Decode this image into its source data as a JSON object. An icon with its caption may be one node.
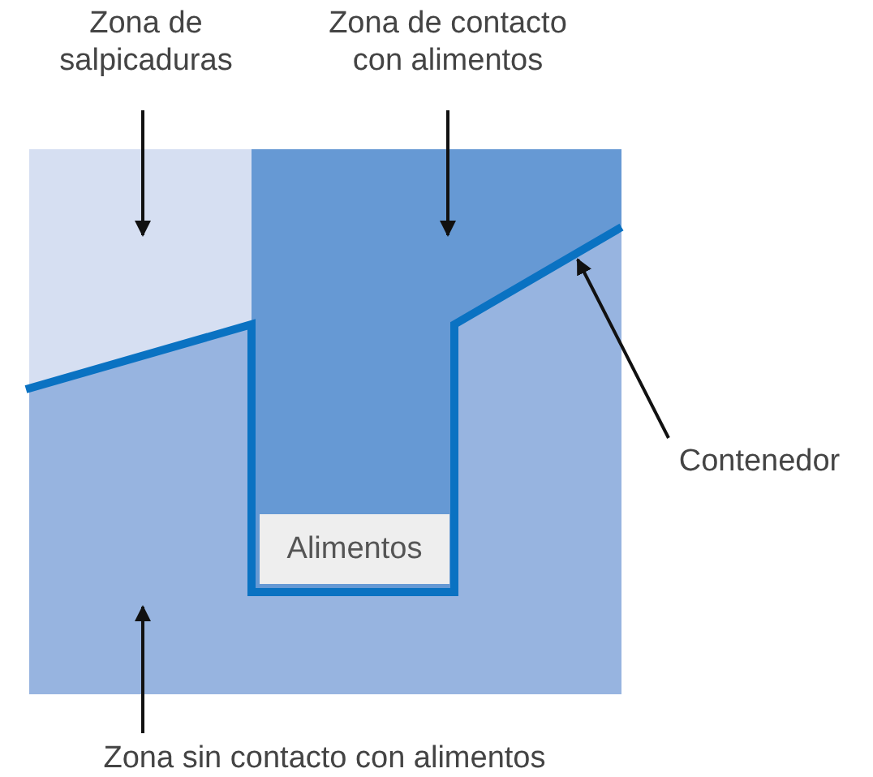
{
  "diagram": {
    "nodes": [
      {
        "text": [
          "Zona de salpicaduras"
        ]
      },
      {
        "text": [
          "Zona de contacto con alimentos"
        ]
      },
      {
        "text": [
          "Contenedor"
        ]
      },
      {
        "text": [
          "Zona sin contacto con alimentos"
        ]
      },
      {
        "text": [],
        "shape": "box"
      },
      {
        "text": [],
        "shape": "box"
      },
      {
        "text": [],
        "shape": "line"
      },
      {
        "text": [],
        "shape": "box"
      },
      {
        "text": [
          "Alimentos"
        ],
        "in": 5
      }
    ],
    "edges": [
      {
        "from": 0,
        "to": 4,
        "arrow": "to"
      },
      {
        "from": 1,
        "to": 5,
        "arrow": "to"
      },
      {
        "from": 2,
        "to": 6,
        "arrow": "to"
      },
      {
        "from": 3,
        "to": 7,
        "arrow": "to"
      }
    ]
  }
}
